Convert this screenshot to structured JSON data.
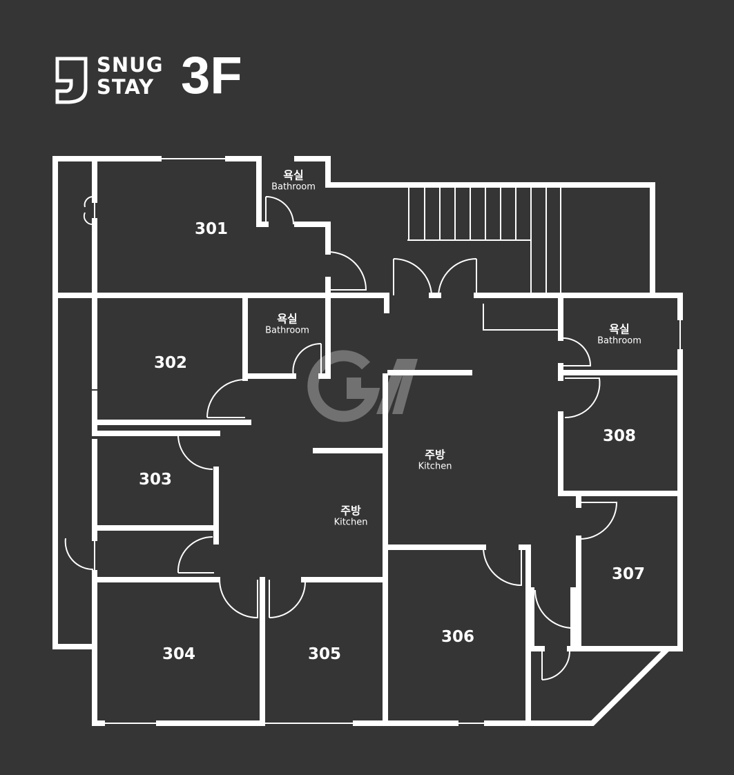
{
  "header": {
    "brand_line1": "SNUG",
    "brand_line2": "STAY",
    "floor": "3F"
  },
  "rooms": [
    "301",
    "302",
    "303",
    "304",
    "305",
    "306",
    "307",
    "308"
  ],
  "areas": {
    "bathroom_ko": "욕실",
    "bathroom_en": "Bathroom",
    "kitchen_ko": "주방",
    "kitchen_en": "Kitchen"
  },
  "colors": {
    "background": "#353535",
    "walls": "#ffffff",
    "watermark": "#8a8a8a"
  }
}
